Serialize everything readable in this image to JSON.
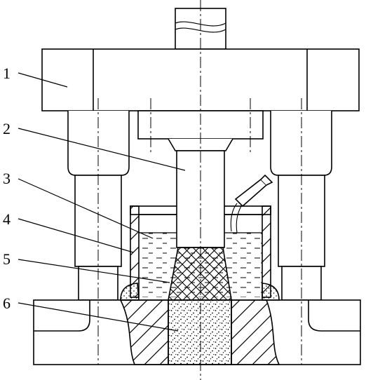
{
  "labels": {
    "l1": "1",
    "l2": "2",
    "l3": "3",
    "l4": "4",
    "l5": "5",
    "l6": "6"
  },
  "colors": {
    "stroke": "#000000",
    "background": "#ffffff"
  }
}
